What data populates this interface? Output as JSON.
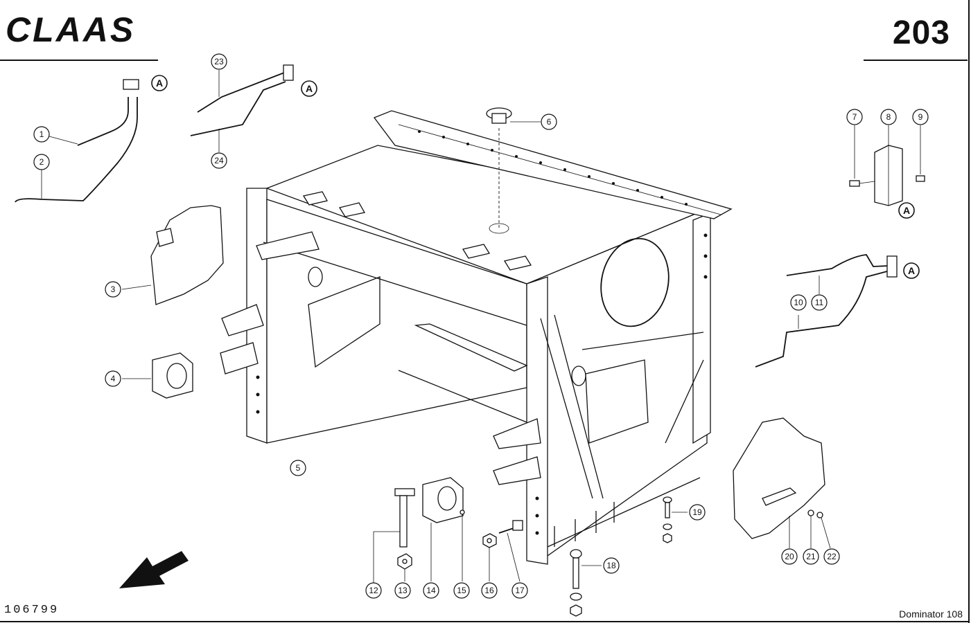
{
  "header": {
    "brand": "CLAAS",
    "page_number": "203"
  },
  "footer": {
    "drawing_number": "106799",
    "model": "Dominator 108"
  },
  "callouts": [
    "1",
    "2",
    "3",
    "4",
    "5",
    "6",
    "7",
    "8",
    "9",
    "10",
    "11",
    "12",
    "13",
    "14",
    "15",
    "16",
    "17",
    "18",
    "19",
    "20",
    "21",
    "22",
    "23",
    "24"
  ],
  "references": [
    "A",
    "A",
    "A",
    "A"
  ]
}
